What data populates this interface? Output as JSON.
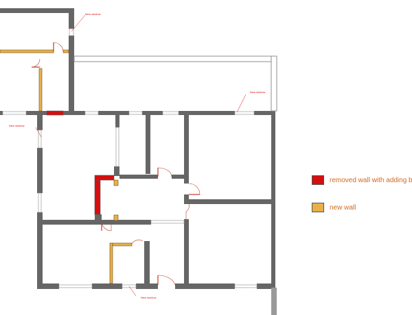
{
  "colors": {
    "wall": "#666666",
    "removed_wall": "#d40f0f",
    "new_wall": "#e8b04a",
    "annotation": "#d11111",
    "legend_text": "#d2691e",
    "window": "#ffffff",
    "exterior_outline": "#8c8c8c"
  },
  "annotations": {
    "window_top": "New window",
    "window_left": "New window",
    "window_right": "New window",
    "window_bottom": "New window"
  },
  "legend": {
    "removed": {
      "label": "removed wall with adding b",
      "color": "#d40f0f"
    },
    "new": {
      "label": "new wall",
      "color": "#e8b04a"
    }
  }
}
